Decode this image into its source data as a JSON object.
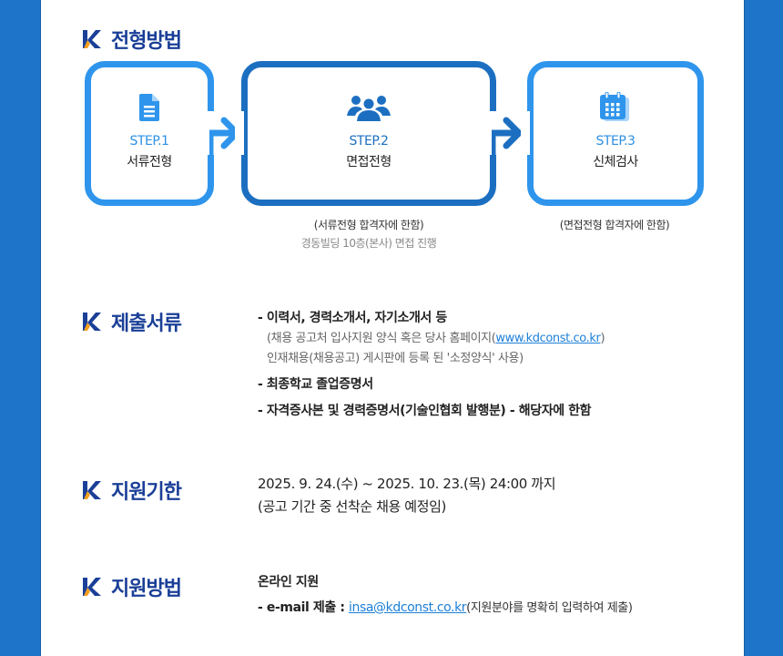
{
  "colors": {
    "background_blue": "#1d74c8",
    "title_navy": "#1a3f97",
    "step_blue": "#2f95ec",
    "step_dark_blue": "#1c6fc0",
    "link_blue": "#1d80d8",
    "logo_orange": "#f5a020"
  },
  "sections": {
    "selection_process": {
      "title": "전형방법",
      "icon": "k-logo-icon",
      "steps": [
        {
          "label": "STEP.1",
          "name": "서류전형",
          "icon": "document-icon"
        },
        {
          "label": "STEP.2",
          "name": "면접전형",
          "icon": "group-people-icon"
        },
        {
          "label": "STEP.3",
          "name": "신체검사",
          "icon": "calendar-icon"
        }
      ],
      "notes": {
        "step2_line1": "(서류전형 합격자에 한함)",
        "step2_line2": "경동빌딩 10층(본사) 면접 진행",
        "step3_line1": "(면접전형 합격자에 한함)"
      }
    },
    "documents": {
      "title": "제출서류",
      "items": [
        {
          "text": "- 이력서, 경력소개서, 자기소개서 등",
          "sub_line1_prefix": "(채용 공고처 입사지원 양식 혹은 당사 홈페이지(",
          "sub_line1_link": "www.kdconst.co.kr",
          "sub_line1_suffix": ")",
          "sub_line2": "인재채용(채용공고) 게시판에 등록 된 '소정양식' 사용)"
        },
        {
          "text": "- 최종학교 졸업증명서"
        },
        {
          "text": "- 자격증사본 및 경력증명서(기술인협회 발행분) - 해당자에 한함"
        }
      ]
    },
    "deadline": {
      "title": "지원기한",
      "period": "2025. 9. 24.(수) ~ 2025. 10. 23.(목) 24:00 까지",
      "note": "(공고 기간 중 선착순 채용 예정임)"
    },
    "apply_method": {
      "title": "지원방법",
      "line1": "온라인 지원",
      "email_prefix": "- e-mail 제출 : ",
      "email": "insa@kdconst.co.kr",
      "email_suffix": "(지원분야를 명확히 입력하여 제출)"
    }
  }
}
